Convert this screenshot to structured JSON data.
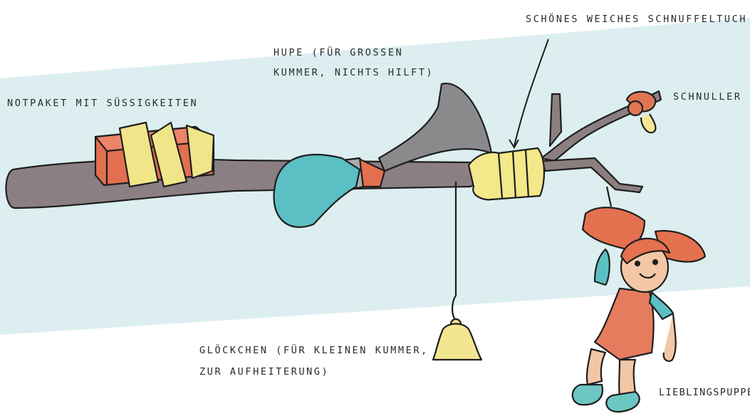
{
  "labels": {
    "notpaket": "NOTPAKET MIT SÜSSIGKEITEN",
    "hupe": [
      "HUPE (FÜR GROSSEN",
      "KUMMER, NICHTS HILFT)"
    ],
    "schnuffeltuch": "SCHÖNES WEICHES SCHNUFFELTUCH",
    "schnuller": "SCHNULLER",
    "gloeckchen": [
      "GLÖCKCHEN (FÜR KLEINEN KUMMER,",
      "ZUR AUFHEITERUNG)"
    ],
    "puppe": "LIEBLINGSPUPPE"
  },
  "colors": {
    "background_band": "#dceef0",
    "stick": "#8b7f83",
    "candy_box": "#e2704f",
    "tape": "#f1e58a",
    "horn_bulb": "#5bbfc3",
    "horn_metal": "#8a8a8c",
    "cloth": "#f3e88a",
    "pacifier": "#e07553",
    "bell": "#f3e691",
    "doll_hair": "#e4714f",
    "doll_dress": "#e67c5e",
    "doll_skin": "#f3c7a6",
    "doll_sleeves": "#5bbfc3",
    "doll_shoes": "#6cc6c4"
  },
  "icons": [
    "stick-icon",
    "candy-package-icon",
    "horn-icon",
    "cloth-icon",
    "branch-icon",
    "pacifier-icon",
    "bell-icon",
    "doll-icon"
  ]
}
